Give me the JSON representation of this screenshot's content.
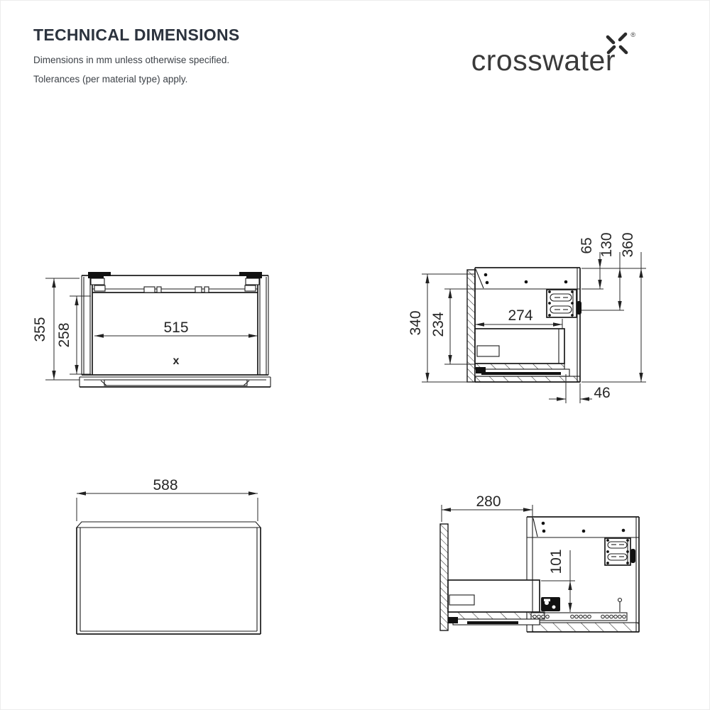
{
  "header": {
    "title": "TECHNICAL DIMENSIONS",
    "note1": "Dimensions in mm unless otherwise specified.",
    "note2": "Tolerances (per material type) apply.",
    "brand": "crosswater",
    "registered": "®"
  },
  "colors": {
    "line": "#1b1b1b",
    "title": "#2c333e",
    "dim_text": "#262626"
  },
  "drawings": {
    "front": {
      "overall_height_mm": "355",
      "internal_height_mm": "258",
      "internal_width_mm": "515",
      "center_marker": "x"
    },
    "side_closed": {
      "carcass_height_mm": "340",
      "internal_height_mm": "234",
      "internal_depth_mm": "274",
      "bracket_top_offset_mm": "65",
      "bracket_bottom_offset_mm": "130",
      "overall_height_mm": "360",
      "rear_clearance_mm": "46"
    },
    "plan": {
      "overall_width_mm": "588"
    },
    "side_open": {
      "drawer_extension_mm": "280",
      "drawer_box_height_mm": "101"
    }
  }
}
